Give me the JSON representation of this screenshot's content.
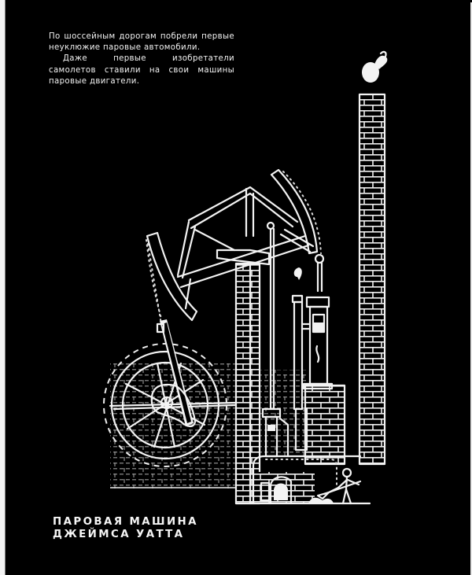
{
  "page": {
    "background": "#000000",
    "foreground": "#f2f2f2"
  },
  "intro": {
    "paragraphs": [
      "По шоссейным дорогам побрели первые неуклюжие паровые автомобили.",
      "Даже первые изобретатели самолетов ставили на свои машины паровые двигатели."
    ]
  },
  "caption": {
    "line1": "ПАРОВАЯ МАШИНА",
    "line2": "ДЖЕЙМСА УАТТА"
  },
  "illustration": {
    "subject": "Watt steam engine",
    "parts": [
      "chimney-with-smoke",
      "rocking-beam",
      "arch-heads-with-chains",
      "flywheel",
      "crank",
      "masonry-pillar",
      "steam-cylinder",
      "condenser-pump",
      "boiler-furnace",
      "stoker-with-shovel",
      "coal-pile"
    ]
  }
}
